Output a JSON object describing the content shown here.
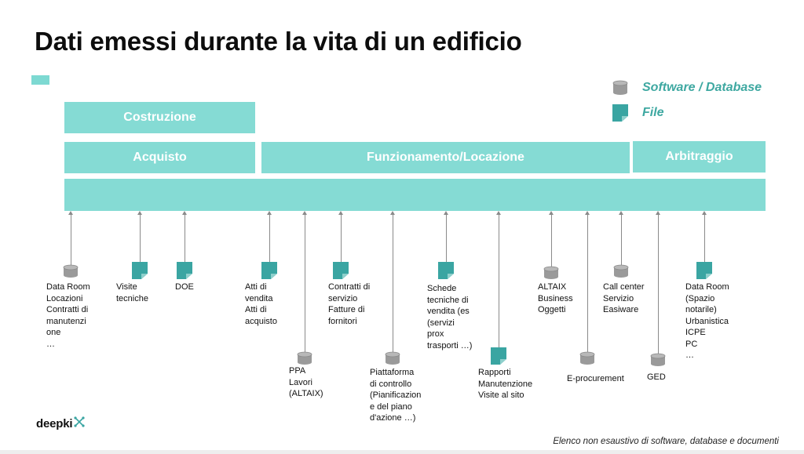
{
  "title": "Dati emessi durante la vita di un edificio",
  "colors": {
    "band": "#85dbd4",
    "legend_text": "#3ea8a1",
    "file_icon": "#3aa5a2",
    "db_icon": "#9a9a9a"
  },
  "legend": {
    "software": {
      "label": "Software / Database",
      "icon": "database-icon"
    },
    "file": {
      "label": "File",
      "icon": "file-icon"
    }
  },
  "phases": {
    "costruzione": "Costruzione",
    "acquisto": "Acquisto",
    "funzionamento": "Funzionamento/Locazione",
    "arbitraggio": "Arbitraggio"
  },
  "items": [
    {
      "icon": "database-icon",
      "text": "Data Room\nLocazioni\nContratti di\nmanutenzi\none\n…"
    },
    {
      "icon": "file-icon",
      "text": "Visite\ntecniche"
    },
    {
      "icon": "file-icon",
      "text": "DOE"
    },
    {
      "icon": "file-icon",
      "text": "Atti di\nvendita\nAtti di\nacquisto"
    },
    {
      "icon": "database-icon",
      "text": "PPA\nLavori\n(ALTAIX)"
    },
    {
      "icon": "file-icon",
      "text": "Contratti di\nservizio\nFatture di\nfornitori"
    },
    {
      "icon": "database-icon",
      "text": "Piattaforma\ndi controllo\n(Pianificazion\ne del piano\nd'azione …)"
    },
    {
      "icon": "file-icon",
      "text": "Schede\ntecniche di\nvendita (es\n(servizi\nprox\ntrasporti …)"
    },
    {
      "icon": "file-icon",
      "text": "Rapporti\nManutenzione\nVisite al sito"
    },
    {
      "icon": "database-icon",
      "text": "ALTAIX\nBusiness\nOggetti"
    },
    {
      "icon": "database-icon",
      "text": "E-procurement"
    },
    {
      "icon": "database-icon",
      "text": "Call center\nServizio\nEasiware"
    },
    {
      "icon": "database-icon",
      "text": "GED"
    },
    {
      "icon": "file-icon",
      "text": "Data Room\n(Spazio\nnotarile)\nUrbanistica\nICPE\nPC\n…"
    }
  ],
  "logo": {
    "text": "deepki",
    "icon": "deepki-logo-icon"
  },
  "footnote": "Elenco non esaustivo di software, database e documenti"
}
